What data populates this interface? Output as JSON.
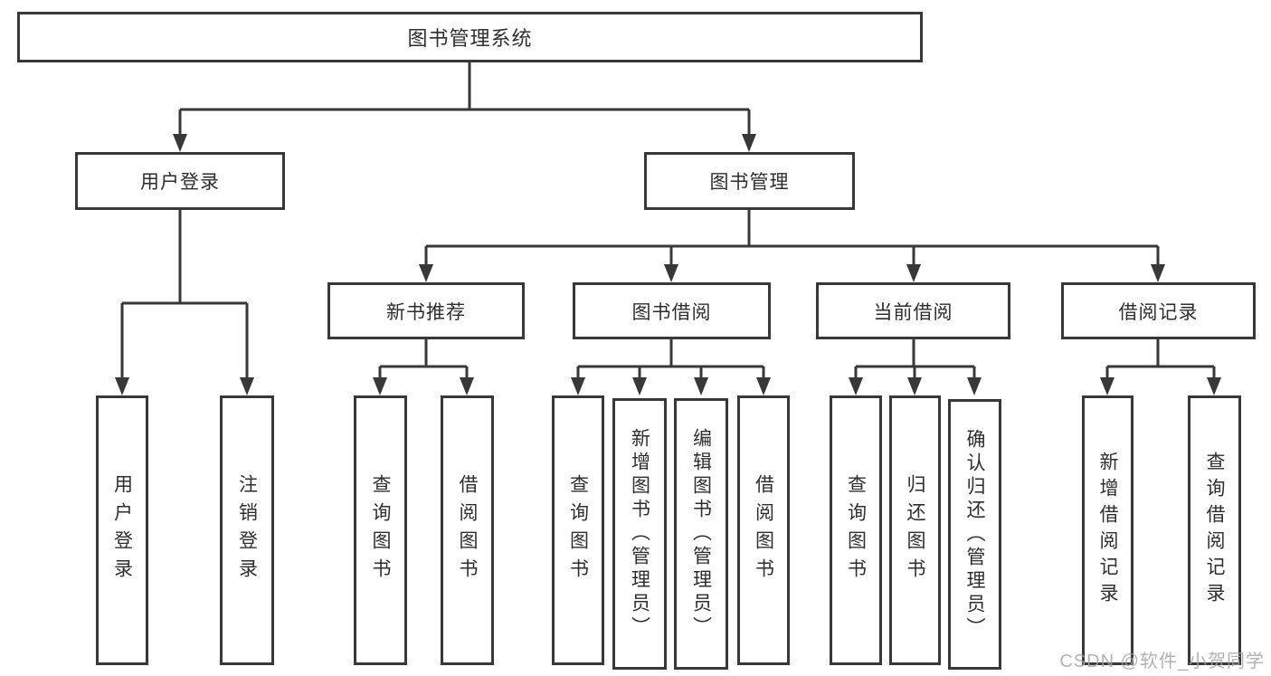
{
  "chart": {
    "root": {
      "label": "图书管理系统"
    },
    "branches": [
      {
        "label": "用户登录",
        "children": [
          {
            "label": "用户登录"
          },
          {
            "label": "注销登录"
          }
        ]
      },
      {
        "label": "图书管理",
        "children": [
          {
            "label": "新书推荐",
            "children": [
              {
                "label": "查询图书"
              },
              {
                "label": "借阅图书"
              }
            ]
          },
          {
            "label": "图书借阅",
            "children": [
              {
                "label": "查询图书"
              },
              {
                "label": "新增图书（管理员）"
              },
              {
                "label": "编辑图书（管理员）"
              },
              {
                "label": "借阅图书"
              }
            ]
          },
          {
            "label": "当前借阅",
            "children": [
              {
                "label": "查询图书"
              },
              {
                "label": "归还图书"
              },
              {
                "label": "确认归还（管理员）"
              }
            ]
          },
          {
            "label": "借阅记录",
            "children": [
              {
                "label": "新增借阅记录"
              },
              {
                "label": "查询借阅记录"
              }
            ]
          }
        ]
      }
    ]
  },
  "watermark": {
    "text": "CSDN @软件_小贺同学"
  },
  "colors": {
    "line": "#383838",
    "text": "#2e2e2e",
    "watermark": "#a5a5a5",
    "bg": "#ffffff"
  }
}
